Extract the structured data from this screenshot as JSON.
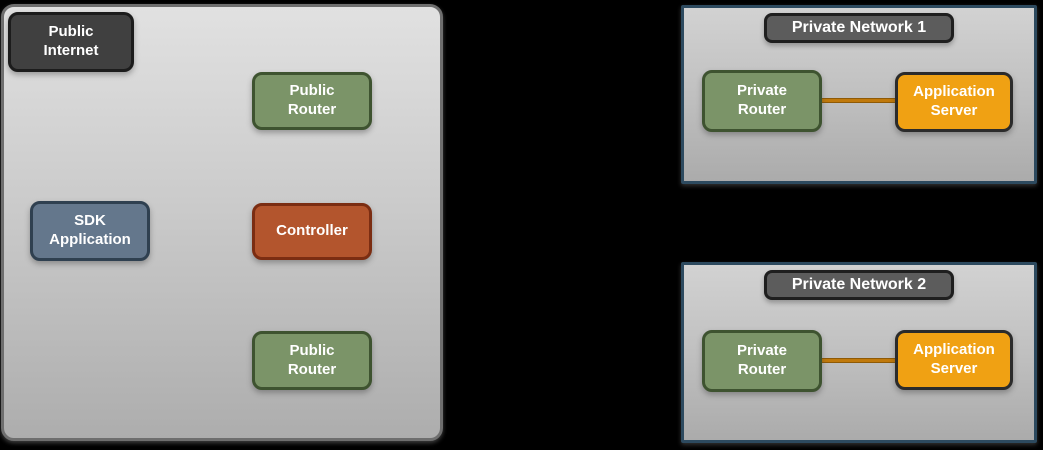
{
  "diagram": {
    "public_cloud": {
      "nodes": {
        "public_internet": {
          "label": "Public Internet"
        },
        "public_router_top": {
          "label": "Public Router"
        },
        "sdk_application": {
          "label": "SDK Application"
        },
        "controller": {
          "label": "Controller"
        },
        "public_router_bottom": {
          "label": "Public Router"
        }
      }
    },
    "private_network_1": {
      "title": "Private Network 1",
      "nodes": {
        "private_router": {
          "label": "Private Router"
        },
        "application_server": {
          "label": "Application Server"
        }
      }
    },
    "private_network_2": {
      "title": "Private Network 2",
      "nodes": {
        "private_router": {
          "label": "Private Router"
        },
        "application_server": {
          "label": "Application Server"
        }
      }
    }
  },
  "colors": {
    "background": "#000000",
    "cloud_border": "#6e6e6e",
    "network_border": "#2d4a5f",
    "title_fill": "#5c5c5c",
    "title_border": "#1f1f1f",
    "dark_node_fill": "#404040",
    "dark_node_border": "#1c1c1c",
    "green_fill": "#7b9468",
    "green_border": "#3e5330",
    "slate_fill": "#64778c",
    "slate_border": "#2f4050",
    "rust_fill": "#b3552d",
    "rust_border": "#7b2d12",
    "orange_fill": "#f0a113",
    "orange_border": "#2b2b2b",
    "connector": "#c0790b"
  }
}
